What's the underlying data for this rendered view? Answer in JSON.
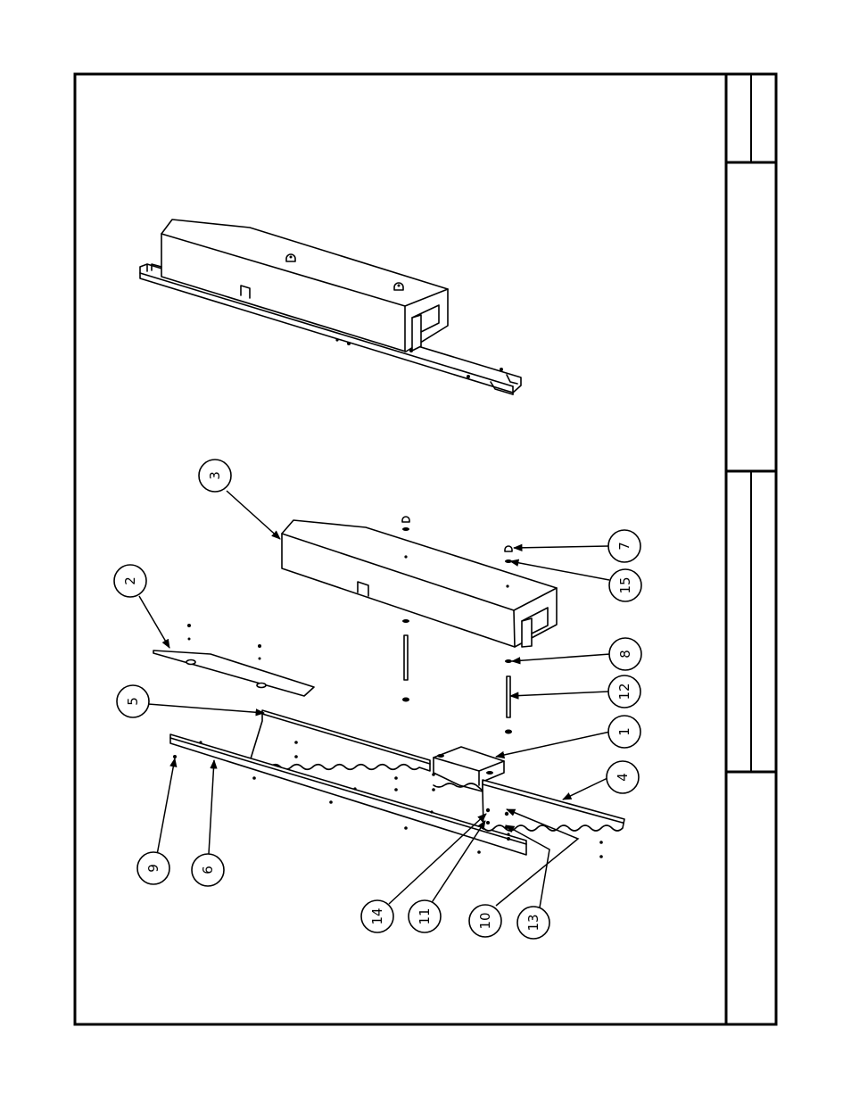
{
  "balloons": [
    {
      "id": "1",
      "label": "1"
    },
    {
      "id": "2",
      "label": "2"
    },
    {
      "id": "3",
      "label": "3"
    },
    {
      "id": "4",
      "label": "4"
    },
    {
      "id": "5",
      "label": "5"
    },
    {
      "id": "6",
      "label": "6"
    },
    {
      "id": "7",
      "label": "7"
    },
    {
      "id": "8",
      "label": "8"
    },
    {
      "id": "9",
      "label": "9"
    },
    {
      "id": "10",
      "label": "10"
    },
    {
      "id": "11",
      "label": "11"
    },
    {
      "id": "12",
      "label": "12"
    },
    {
      "id": "13",
      "label": "13"
    },
    {
      "id": "14",
      "label": "14"
    },
    {
      "id": "15",
      "label": "15"
    }
  ]
}
